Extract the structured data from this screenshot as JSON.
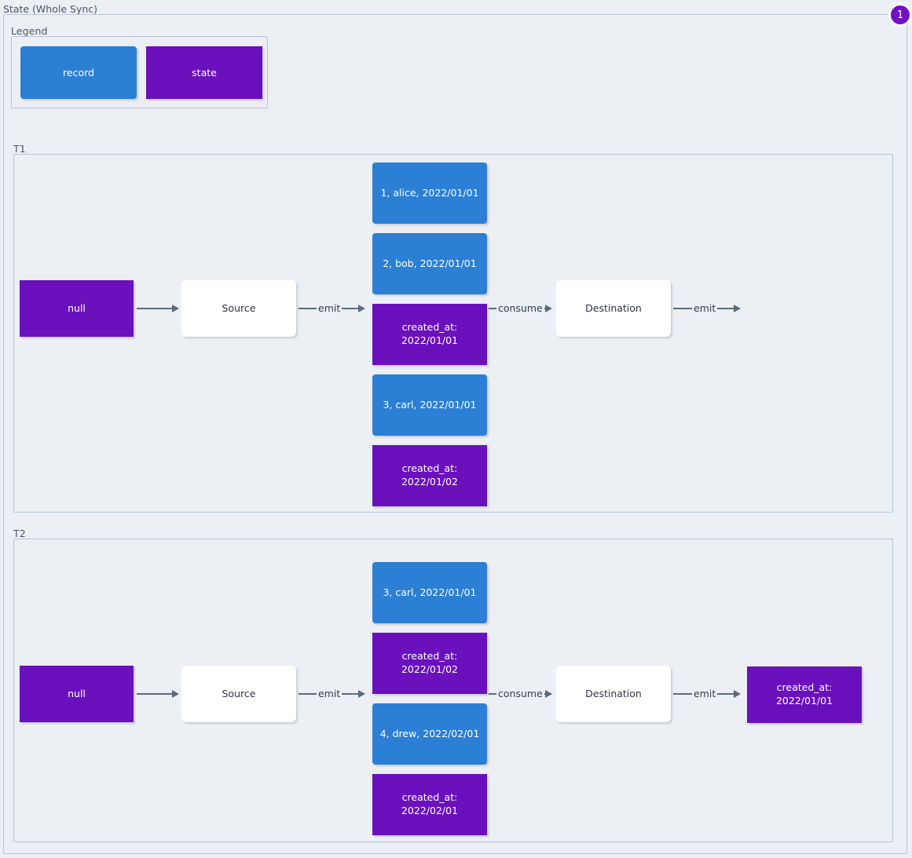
{
  "title": "State (Whole Sync)",
  "badge": {
    "count": "1"
  },
  "legend": {
    "label": "Legend",
    "items": [
      {
        "label": "record",
        "kind": "record",
        "color": "#2b7fd4"
      },
      {
        "label": "state",
        "kind": "state",
        "color": "#6a10bd"
      }
    ]
  },
  "colors": {
    "record": "#2b7fd4",
    "state": "#6a10bd",
    "plain": "#ffffff",
    "background": "#eceff4",
    "border": "#b9c6d4",
    "edge": "#5b6b7d",
    "badge": "#7210c4",
    "text_dark": "#2e3440",
    "label_gray": "#4a5568"
  },
  "sections": [
    {
      "label": "T1",
      "nodes": {
        "initial_state": "null",
        "source": "Source",
        "destination": "Destination",
        "stream": [
          {
            "text": "1, alice, 2022/01/01",
            "kind": "record"
          },
          {
            "text": "2, bob, 2022/01/01",
            "kind": "record"
          },
          {
            "text": "created_at:\n2022/01/01",
            "kind": "state"
          },
          {
            "text": "3, carl, 2022/01/01",
            "kind": "record"
          },
          {
            "text": "created_at:\n2022/01/02",
            "kind": "state"
          }
        ],
        "final_state": null
      },
      "edges": {
        "state_to_source": "",
        "source_emit": "emit",
        "destination_consume": "consume",
        "destination_emit": "emit"
      }
    },
    {
      "label": "T2",
      "nodes": {
        "initial_state": "null",
        "source": "Source",
        "destination": "Destination",
        "stream": [
          {
            "text": "3, carl, 2022/01/01",
            "kind": "record"
          },
          {
            "text": "created_at:\n2022/01/02",
            "kind": "state"
          },
          {
            "text": "4, drew, 2022/02/01",
            "kind": "record"
          },
          {
            "text": "created_at:\n2022/02/01",
            "kind": "state"
          }
        ],
        "final_state": "created_at:\n2022/01/01"
      },
      "edges": {
        "state_to_source": "",
        "source_emit": "emit",
        "destination_consume": "consume",
        "destination_emit": "emit"
      }
    }
  ]
}
